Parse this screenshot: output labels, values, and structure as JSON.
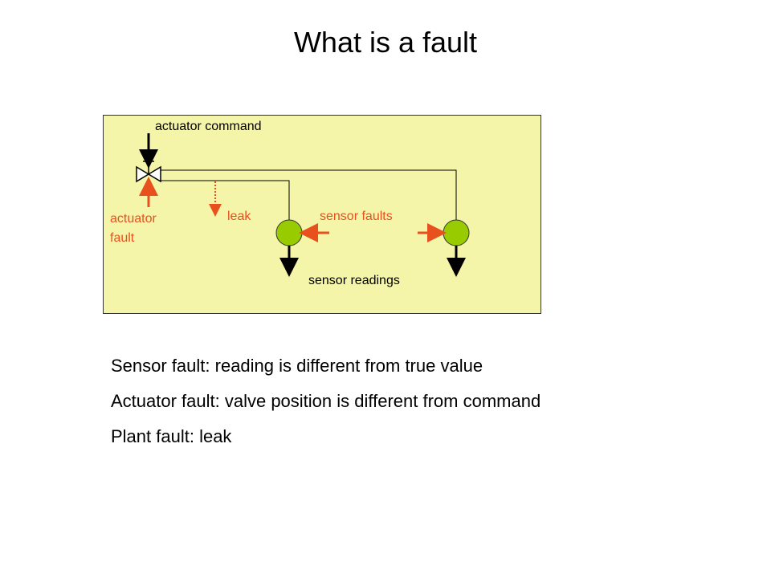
{
  "slide": {
    "title": "What is a fault"
  },
  "diagram": {
    "labels": {
      "actuator_command": "actuator command",
      "actuator_fault": "actuator\nfault",
      "leak": "leak",
      "sensor_faults": "sensor faults",
      "sensor_readings": "sensor readings"
    },
    "colors": {
      "panel": "#f5f5aa",
      "fault": "#e8501e",
      "sensor": "#99cc00"
    }
  },
  "bullets": [
    "Sensor fault: reading is different from true value",
    "Actuator fault: valve position is different from command",
    "Plant fault: leak"
  ]
}
